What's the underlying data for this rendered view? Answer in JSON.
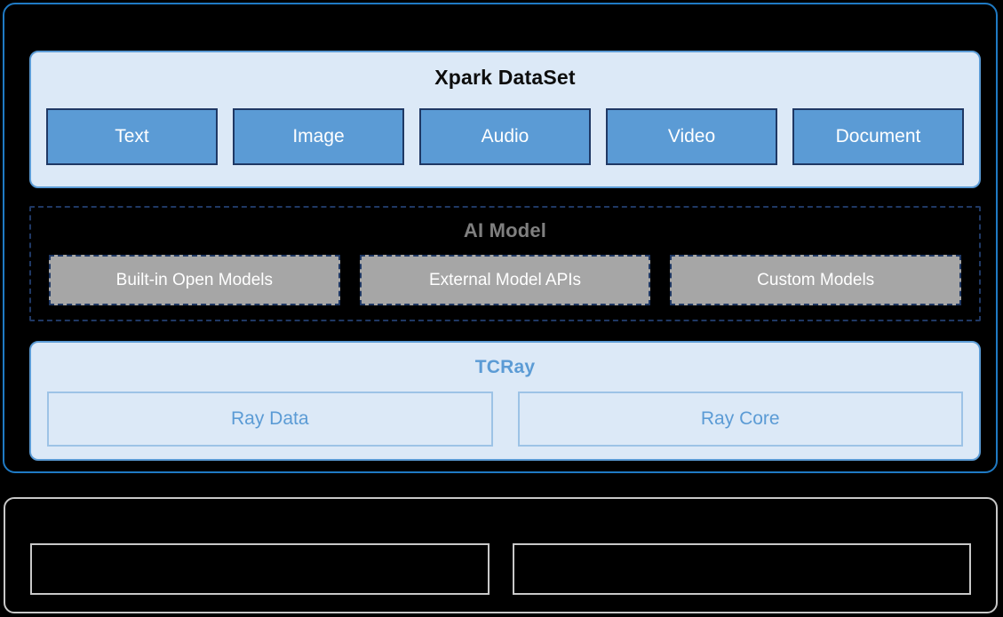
{
  "diagram": {
    "background_color": "#000000",
    "platform": {
      "border_color": "#1f7ac4",
      "layers": [
        {
          "id": "dataset",
          "title": "Xpark DataSet",
          "title_color": "#0d0d0d",
          "panel_fill": "#dce9f7",
          "panel_border": "#5b9bd5",
          "chip_fill": "#5b9bd5",
          "chip_border": "#1f3864",
          "chip_text_color": "#ffffff",
          "items": [
            {
              "label": "Text"
            },
            {
              "label": "Image"
            },
            {
              "label": "Audio"
            },
            {
              "label": "Video"
            },
            {
              "label": "Document"
            }
          ]
        },
        {
          "id": "ai-model",
          "title": "AI Model",
          "title_color": "#7f7f7f",
          "panel_fill": "transparent",
          "panel_border": "#1f3864",
          "chip_fill": "#a6a6a6",
          "chip_border": "#1f3864",
          "chip_text_color": "#ffffff",
          "items": [
            {
              "label": "Built-in Open Models"
            },
            {
              "label": "External Model APIs"
            },
            {
              "label": "Custom Models"
            }
          ]
        },
        {
          "id": "tcray",
          "title": "TCRay",
          "title_color": "#5b9bd5",
          "panel_fill": "#dce9f7",
          "panel_border": "#5b9bd5",
          "chip_fill": "#dce9f7",
          "chip_border": "#9dc3e6",
          "chip_text_color": "#5b9bd5",
          "items": [
            {
              "label": "Ray Data"
            },
            {
              "label": "Ray Core"
            }
          ]
        }
      ]
    },
    "infrastructure": {
      "border_color": "#c8c8c8",
      "title": "",
      "items": [
        {
          "label": ""
        },
        {
          "label": ""
        }
      ]
    }
  }
}
